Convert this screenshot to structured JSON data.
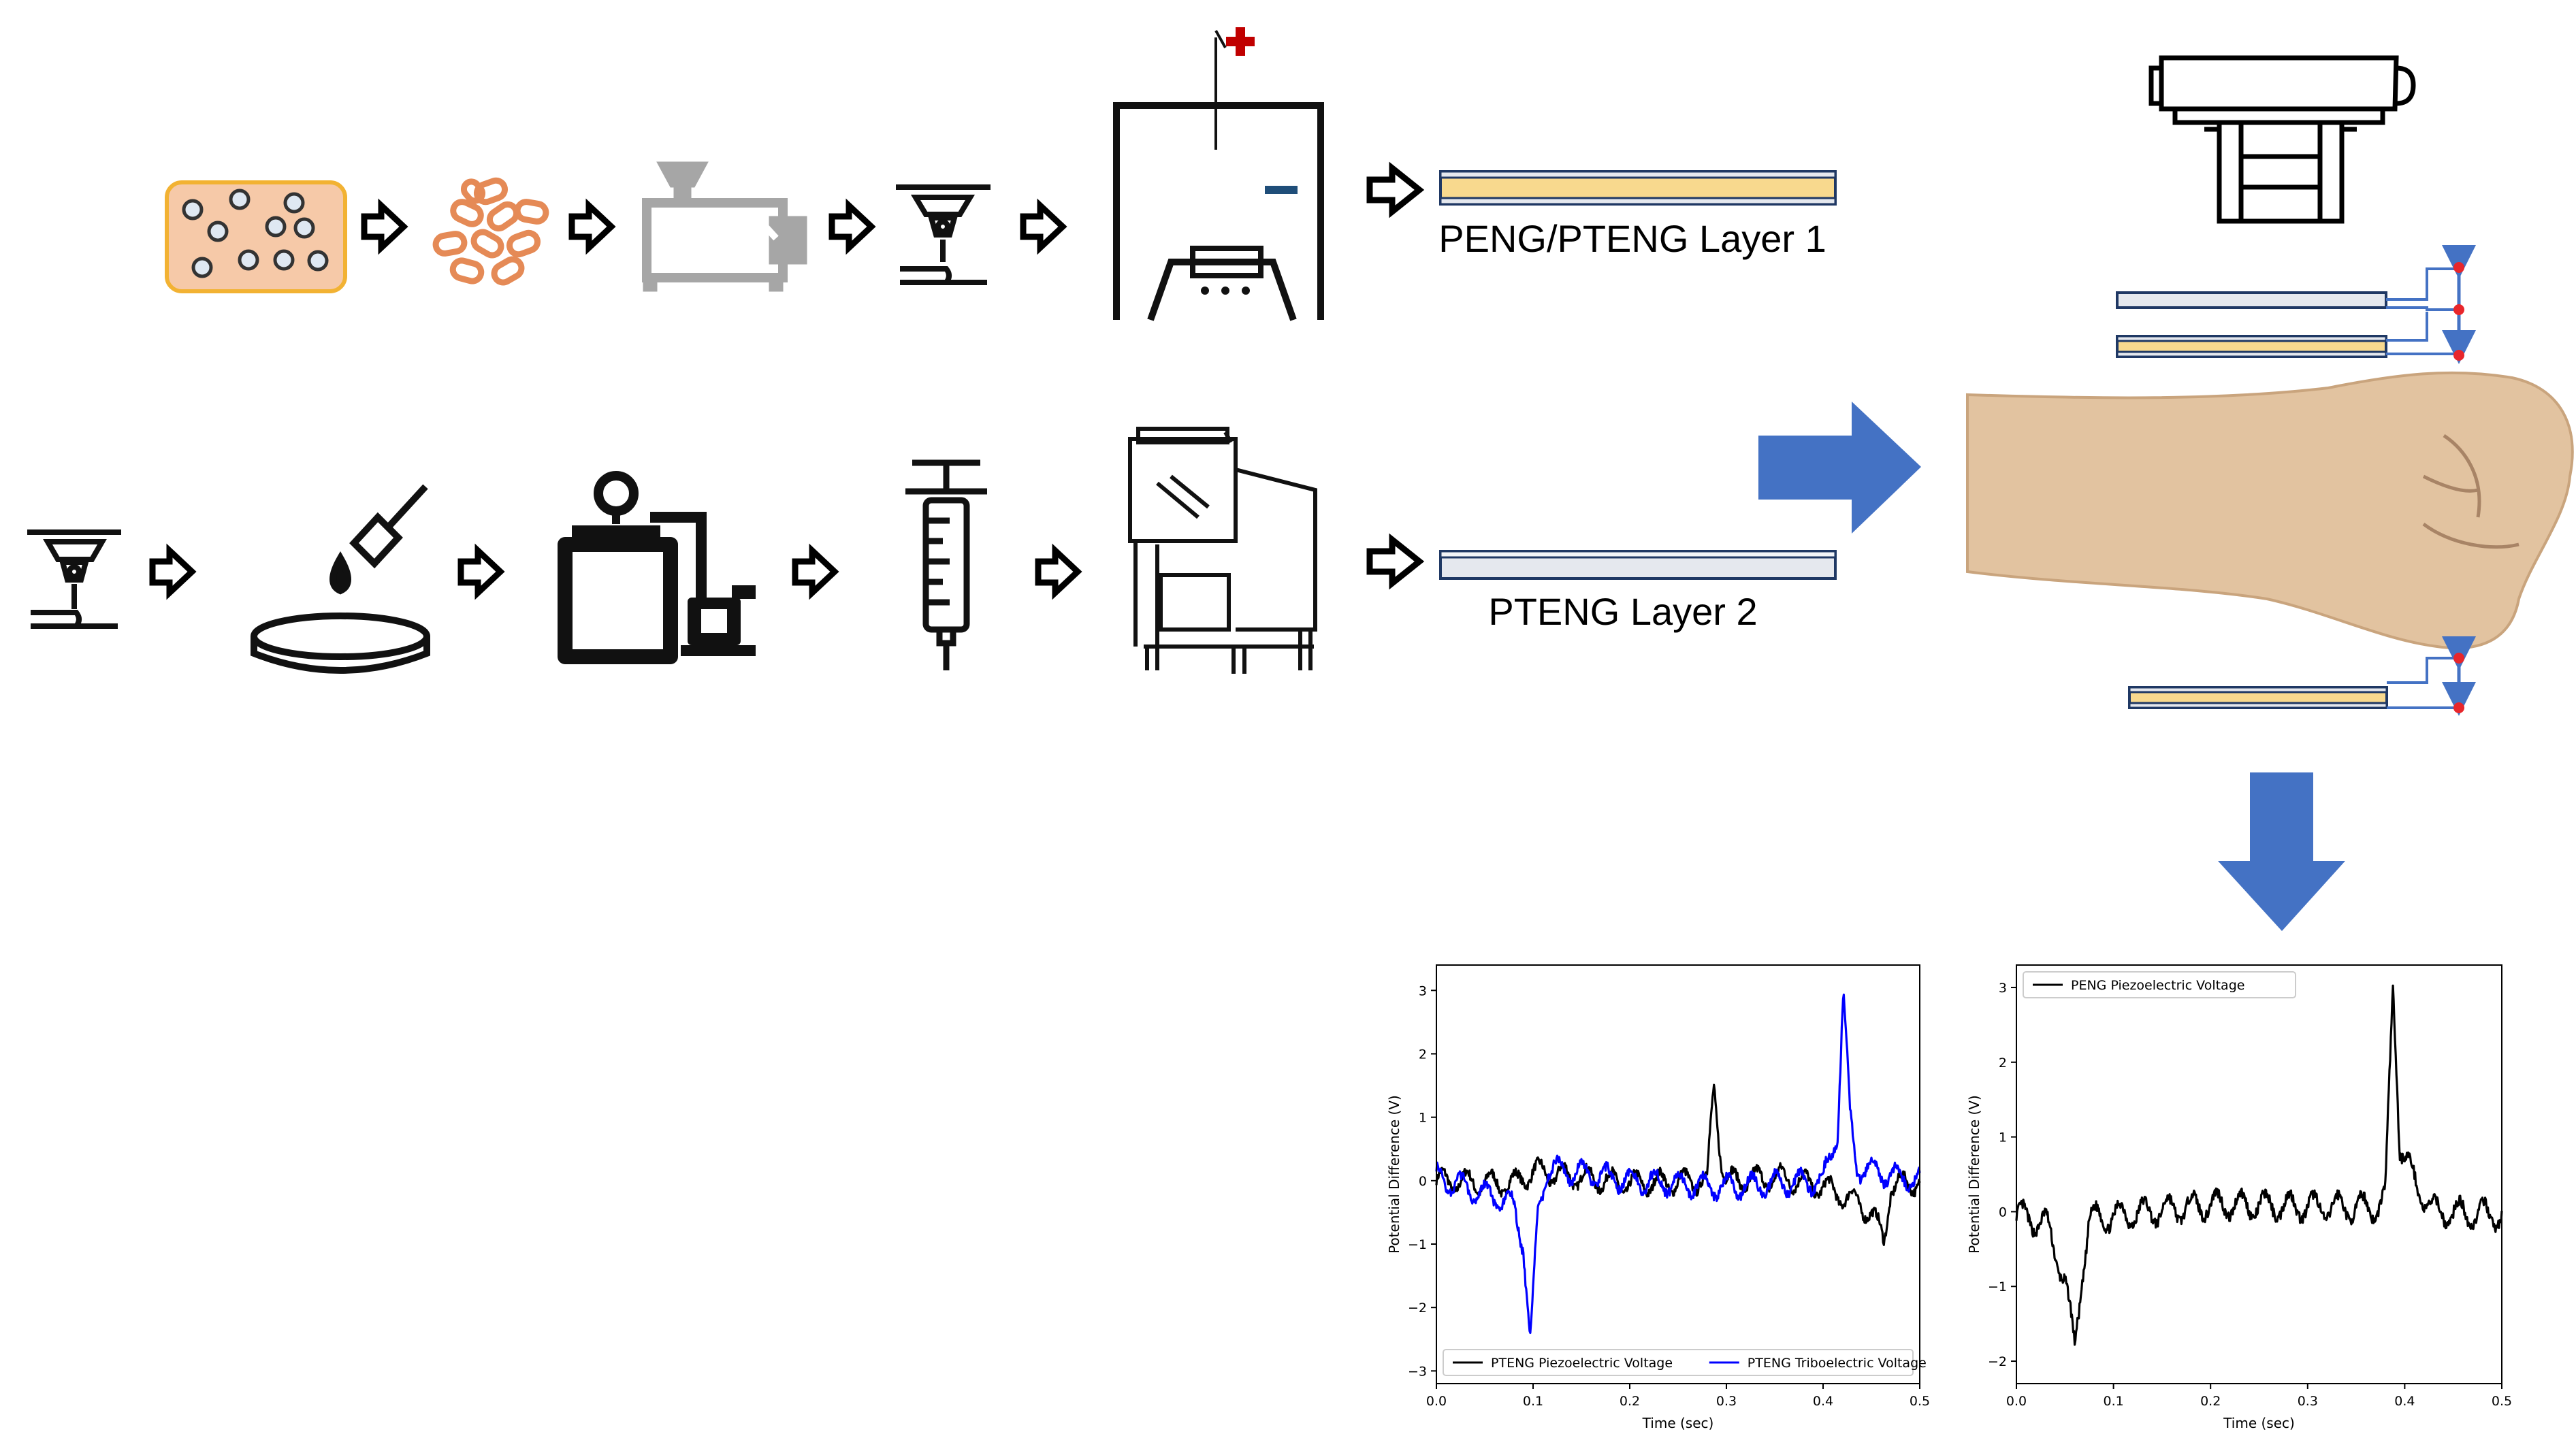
{
  "colors": {
    "accent_blue": "#4472c4",
    "layer_yellow": "#f8d98e",
    "layer_grey": "#e5e8ee",
    "layer_border": "#1f3864",
    "pellet_fill": "#f6c9a8",
    "pellet_stroke": "#e58a56",
    "contact_red": "#e8262b",
    "skin": "#e2c3a0",
    "series_black": "#000000",
    "series_blue": "#0000ff"
  },
  "labels": {
    "layer1": "PENG/PTENG Layer 1",
    "layer2": "PTENG Layer 2"
  },
  "icons": {
    "row1": [
      "pellet-block-icon",
      "pellets-icon",
      "extruder-icon",
      "3d-printer-nozzle-icon",
      "poling-chamber-icon"
    ],
    "row2": [
      "3d-printer-nozzle-icon",
      "dropper-petri-dish-icon",
      "vacuum-chamber-icon",
      "syringe-icon",
      "oven-icon"
    ]
  },
  "chart_data": [
    {
      "type": "line",
      "xlabel": "Time (sec)",
      "ylabel": "Potential Difference (V)",
      "xlim": [
        0.0,
        0.5
      ],
      "ylim": [
        -3.2,
        3.4
      ],
      "xticks": [
        "0.0",
        "0.1",
        "0.2",
        "0.3",
        "0.4",
        "0.5"
      ],
      "yticks": [
        "3",
        "2",
        "1",
        "0",
        "−1",
        "−2",
        "−3"
      ],
      "legend_position": "bottom",
      "series": [
        {
          "name": "PTENG Piezoelectric Voltage",
          "color": "#000000",
          "key_points": [
            [
              0.0,
              0.0
            ],
            [
              0.08,
              -0.05
            ],
            [
              0.1,
              0.15
            ],
            [
              0.2,
              -0.05
            ],
            [
              0.28,
              0.0
            ],
            [
              0.287,
              1.5
            ],
            [
              0.295,
              0.3
            ],
            [
              0.3,
              0.0
            ],
            [
              0.36,
              0.05
            ],
            [
              0.4,
              -0.1
            ],
            [
              0.43,
              -0.3
            ],
            [
              0.45,
              -0.5
            ],
            [
              0.463,
              -0.95
            ],
            [
              0.47,
              -0.1
            ],
            [
              0.5,
              0.0
            ]
          ]
        },
        {
          "name": "PTENG Triboelectric Voltage",
          "color": "#0000ff",
          "key_points": [
            [
              0.0,
              0.05
            ],
            [
              0.05,
              -0.2
            ],
            [
              0.08,
              -0.4
            ],
            [
              0.09,
              -1.0
            ],
            [
              0.097,
              -2.6
            ],
            [
              0.105,
              -0.5
            ],
            [
              0.115,
              0.2
            ],
            [
              0.2,
              0.0
            ],
            [
              0.3,
              -0.1
            ],
            [
              0.4,
              0.0
            ],
            [
              0.415,
              0.8
            ],
            [
              0.421,
              3.0
            ],
            [
              0.428,
              1.0
            ],
            [
              0.435,
              0.2
            ],
            [
              0.5,
              0.0
            ]
          ]
        }
      ]
    },
    {
      "type": "line",
      "xlabel": "Time (sec)",
      "ylabel": "Potential Difference (V)",
      "xlim": [
        0.0,
        0.5
      ],
      "ylim": [
        -2.3,
        3.3
      ],
      "xticks": [
        "0.0",
        "0.1",
        "0.2",
        "0.3",
        "0.4",
        "0.5"
      ],
      "yticks": [
        "3",
        "2",
        "1",
        "0",
        "−1",
        "−2"
      ],
      "legend_position": "top-left",
      "series": [
        {
          "name": "PENG Piezoelectric Voltage",
          "color": "#000000",
          "key_points": [
            [
              0.0,
              -0.05
            ],
            [
              0.03,
              -0.15
            ],
            [
              0.05,
              -0.9
            ],
            [
              0.06,
              -1.85
            ],
            [
              0.068,
              -0.8
            ],
            [
              0.075,
              -0.1
            ],
            [
              0.2,
              0.1
            ],
            [
              0.37,
              0.05
            ],
            [
              0.38,
              0.2
            ],
            [
              0.388,
              3.05
            ],
            [
              0.395,
              0.9
            ],
            [
              0.41,
              0.4
            ],
            [
              0.43,
              0.0
            ],
            [
              0.5,
              -0.05
            ]
          ]
        }
      ]
    }
  ]
}
